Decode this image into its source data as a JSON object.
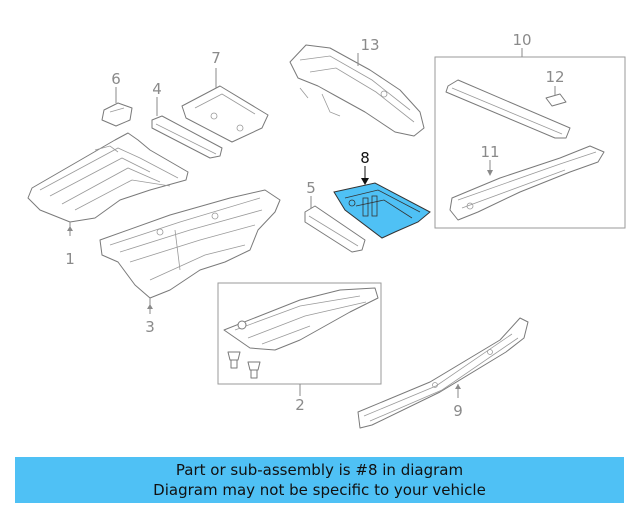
{
  "colors": {
    "highlight": "#4fc1f5",
    "line": "#7a7a7a",
    "callout_text": "#8a8a8a"
  },
  "callouts": {
    "c1": "1",
    "c2": "2",
    "c3": "3",
    "c4": "4",
    "c5": "5",
    "c6": "6",
    "c7": "7",
    "c8": "8",
    "c9": "9",
    "c10": "10",
    "c11": "11",
    "c12": "12",
    "c13": "13"
  },
  "highlighted_part": "8",
  "banner": {
    "line1": "Part or sub-assembly is #8 in diagram",
    "line2": "Diagram may not be specific to your vehicle"
  }
}
